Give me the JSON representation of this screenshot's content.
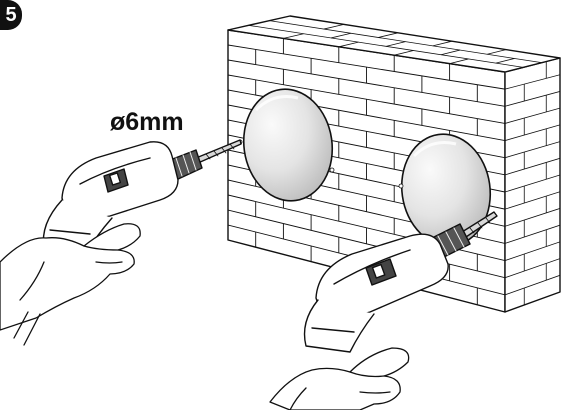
{
  "figure": {
    "step_number": "5",
    "drill_size_label": "ø6mm"
  },
  "parts": {
    "wall": "brick-wall",
    "holes": [
      "mounting-hole-left",
      "mounting-hole-right"
    ],
    "drills": [
      "drill-left",
      "drill-right"
    ]
  },
  "colors": {
    "line": "#111111",
    "hole_fill": "#e6e6e6",
    "background": "#ffffff"
  }
}
